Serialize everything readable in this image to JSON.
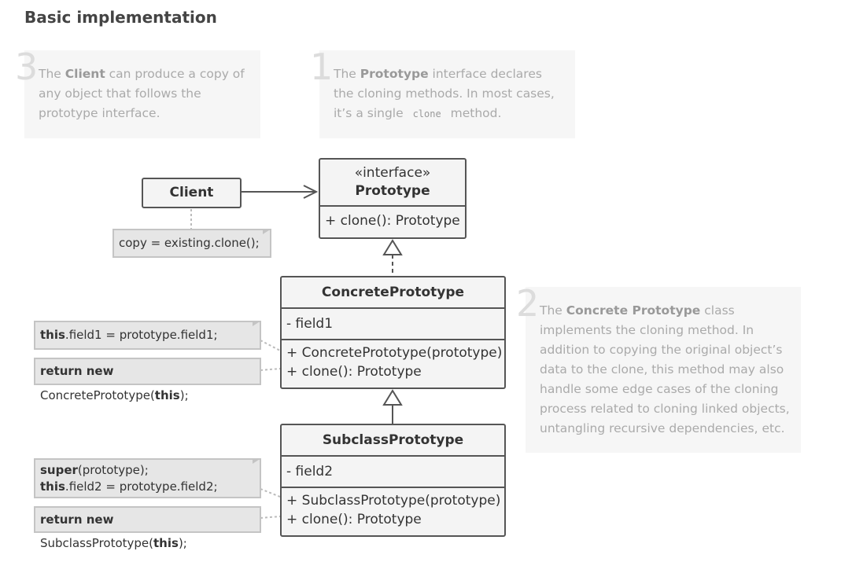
{
  "title": "Basic implementation",
  "callouts": {
    "client": {
      "number": "3",
      "pre": "The ",
      "bold": "Client",
      "post": " can produce a copy of any object that follows the prototype interface."
    },
    "prototype": {
      "number": "1",
      "pre": "The ",
      "bold": "Prototype",
      "mid": " interface declares the cloning methods. In most cases, it’s a single ",
      "code": "clone",
      "post": " method."
    },
    "concrete": {
      "number": "2",
      "pre": "The ",
      "bold": "Concrete Prototype",
      "post": " class implements the cloning method. In addition to copying the original object’s data to the clone, this method may also handle some edge cases of the cloning process related to cloning linked objects, untangling recursive dependencies, etc."
    }
  },
  "classes": {
    "client": {
      "name": "Client"
    },
    "prototype": {
      "stereotype": "«interface»",
      "name": "Prototype",
      "method": "+ clone(): Prototype"
    },
    "concrete": {
      "name": "ConcretePrototype",
      "field": "- field1",
      "method1": "+ ConcretePrototype(prototype)",
      "method2": "+ clone(): Prototype"
    },
    "subclass": {
      "name": "SubclassPrototype",
      "field": "- field2",
      "method1": "+ SubclassPrototype(prototype)",
      "method2": "+ clone(): Prototype"
    }
  },
  "notes": {
    "client": {
      "text": "copy = existing.clone();"
    },
    "concrete_ctor": {
      "kw": "this",
      "rest": ".field1 = prototype.field1;"
    },
    "concrete_clone": {
      "kw1": "return new",
      "mid": " ConcretePrototype(",
      "kw2": "this",
      "end": ");"
    },
    "subclass_ctor": {
      "kw1": "super",
      "rest1": "(prototype);",
      "kw2": "this",
      "rest2": ".field2 = prototype.field2;"
    },
    "subclass_clone": {
      "kw1": "return new",
      "mid": " SubclassPrototype(",
      "kw2": "this",
      "end": ");"
    }
  },
  "colors": {
    "border": "#555555",
    "box_fill": "#f4f4f4",
    "note_fill": "#e6e6e6",
    "callout_fill": "#f6f6f6",
    "callout_text": "#aaaaaa"
  }
}
